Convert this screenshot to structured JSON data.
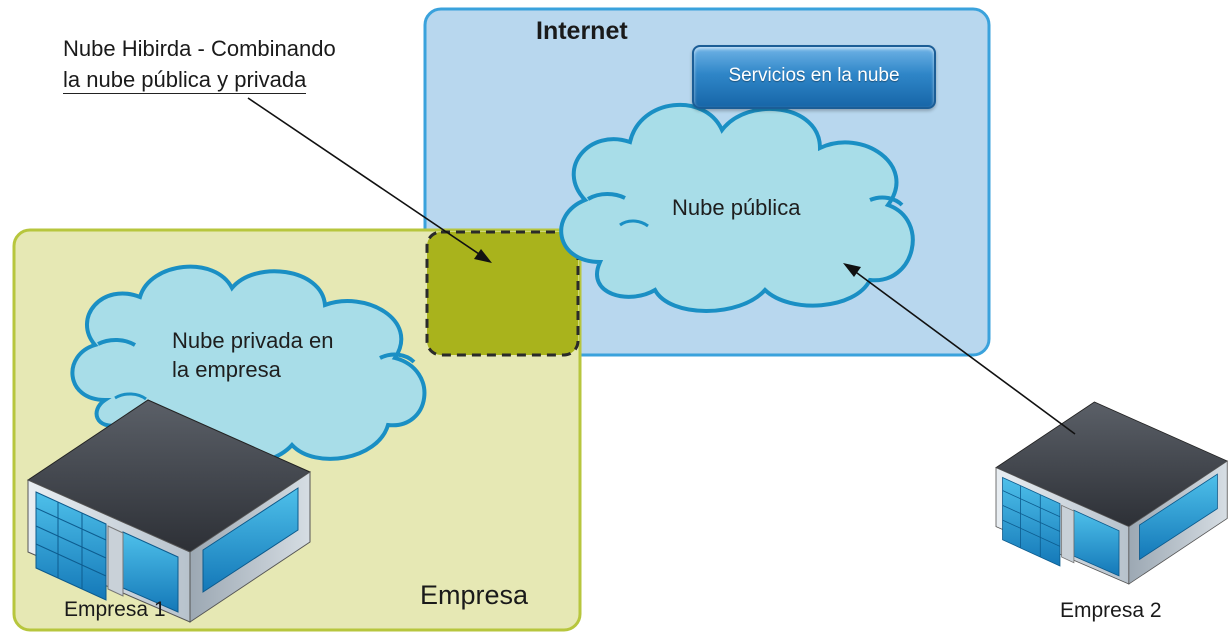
{
  "callout": {
    "line1": "Nube Hibirda - Combinando",
    "line2": "la nube pública y privada"
  },
  "internet": {
    "title": "Internet",
    "service_button": "Servicios en la nube",
    "public_cloud_label": "Nube pública"
  },
  "empresa_zone": {
    "title": "Empresa",
    "private_cloud_line1": "Nube privada en",
    "private_cloud_line2": "la empresa",
    "building_label": "Empresa 1"
  },
  "external": {
    "building_label": "Empresa 2"
  },
  "colors": {
    "internet_fill": "#b8d7ee",
    "internet_border": "#3aa2dc",
    "empresa_fill": "#e6e8b4",
    "empresa_border": "#b7c63d",
    "overlap_fill": "#a9b31c",
    "cloud_fill": "#a8dde8",
    "cloud_edge": "#1a8fc4"
  },
  "icons": [
    "arrow-icon",
    "building-icon",
    "cloud-icon"
  ]
}
